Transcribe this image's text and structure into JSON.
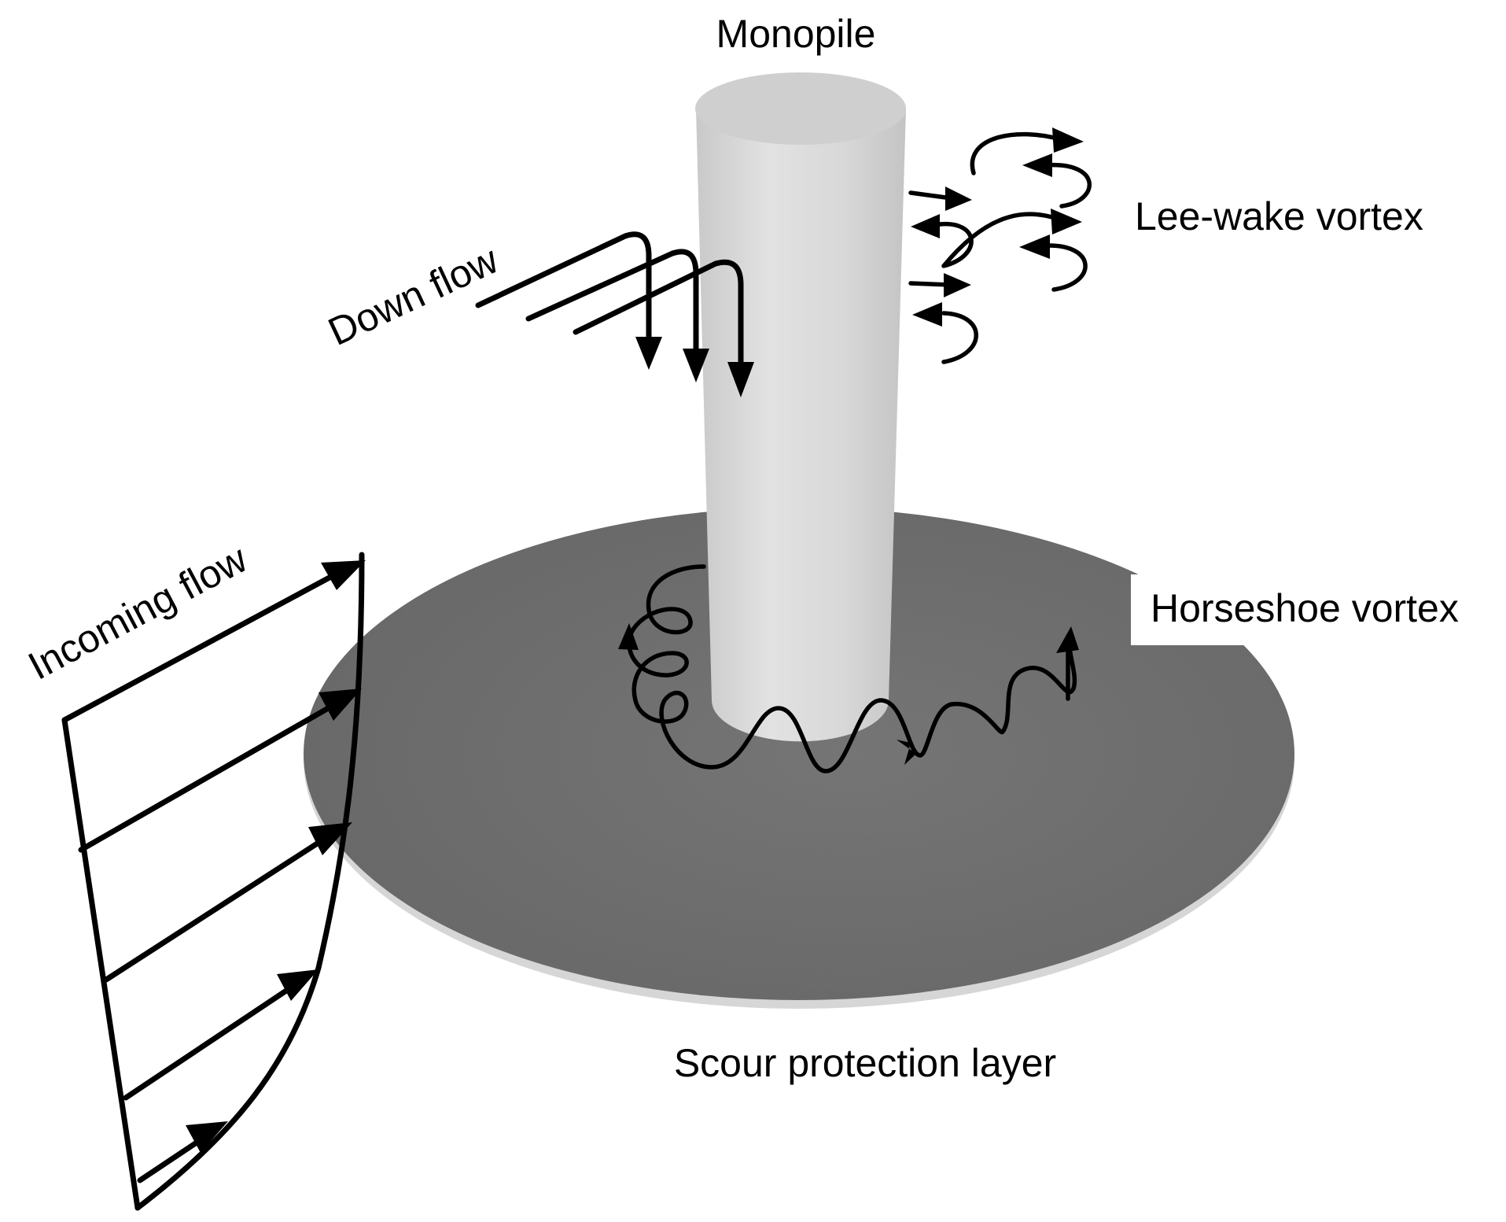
{
  "labels": {
    "monopile": "Monopile",
    "down_flow": "Down flow",
    "lee_wake_vortex": "Lee-wake vortex",
    "horseshoe_vortex": "Horseshoe vortex",
    "incoming_flow": "Incoming flow",
    "scour_protection_layer": "Scour protection layer"
  },
  "colors": {
    "background": "#ffffff",
    "scour_disk": "#6e6e6e",
    "disk_rim": "#d6d6d6",
    "pile_body": "#dcdcdc",
    "pile_top": "#cfcfcf",
    "arrows": "#000000"
  }
}
